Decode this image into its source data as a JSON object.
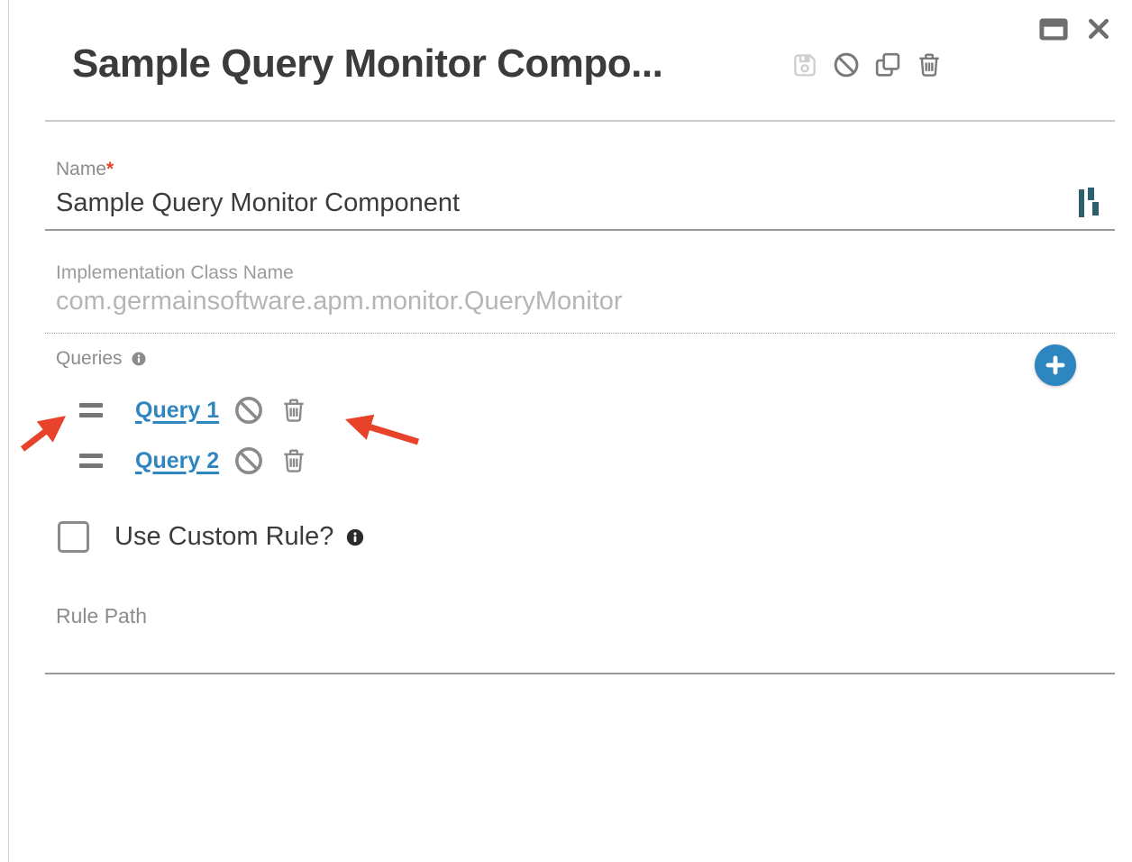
{
  "panel": {
    "title": "Sample Query Monitor Compo..."
  },
  "name_field": {
    "label": "Name",
    "required_marker": "*",
    "value": "Sample Query Monitor Component"
  },
  "impl_field": {
    "label": "Implementation Class Name",
    "value": "com.germainsoftware.apm.monitor.QueryMonitor"
  },
  "queries": {
    "label": "Queries",
    "items": [
      {
        "label": "Query 1"
      },
      {
        "label": "Query 2"
      }
    ]
  },
  "custom_rule": {
    "label": "Use Custom Rule?",
    "checked": false
  },
  "rule_path": {
    "label": "Rule Path",
    "value": ""
  },
  "icons": {
    "window_restore": "window-restore-icon",
    "close": "close-icon",
    "save": "floppy-disk-icon",
    "disable": "ban-icon",
    "duplicate": "copy-icon",
    "delete": "trash-icon",
    "info": "info-circle-icon",
    "add": "plus-icon",
    "drag": "drag-handle-icon",
    "brand": "germain-logo-icon"
  },
  "colors": {
    "accent_blue": "#2e86c1",
    "link_blue": "#2e86c1",
    "arrow_red": "#e8432a",
    "logo_teal": "#2e5f6e",
    "text_dark": "#3b3b3b",
    "label_gray": "#8c8c8c",
    "disabled_gray": "#b5b5b5",
    "icon_gray": "#7a7a7a"
  }
}
